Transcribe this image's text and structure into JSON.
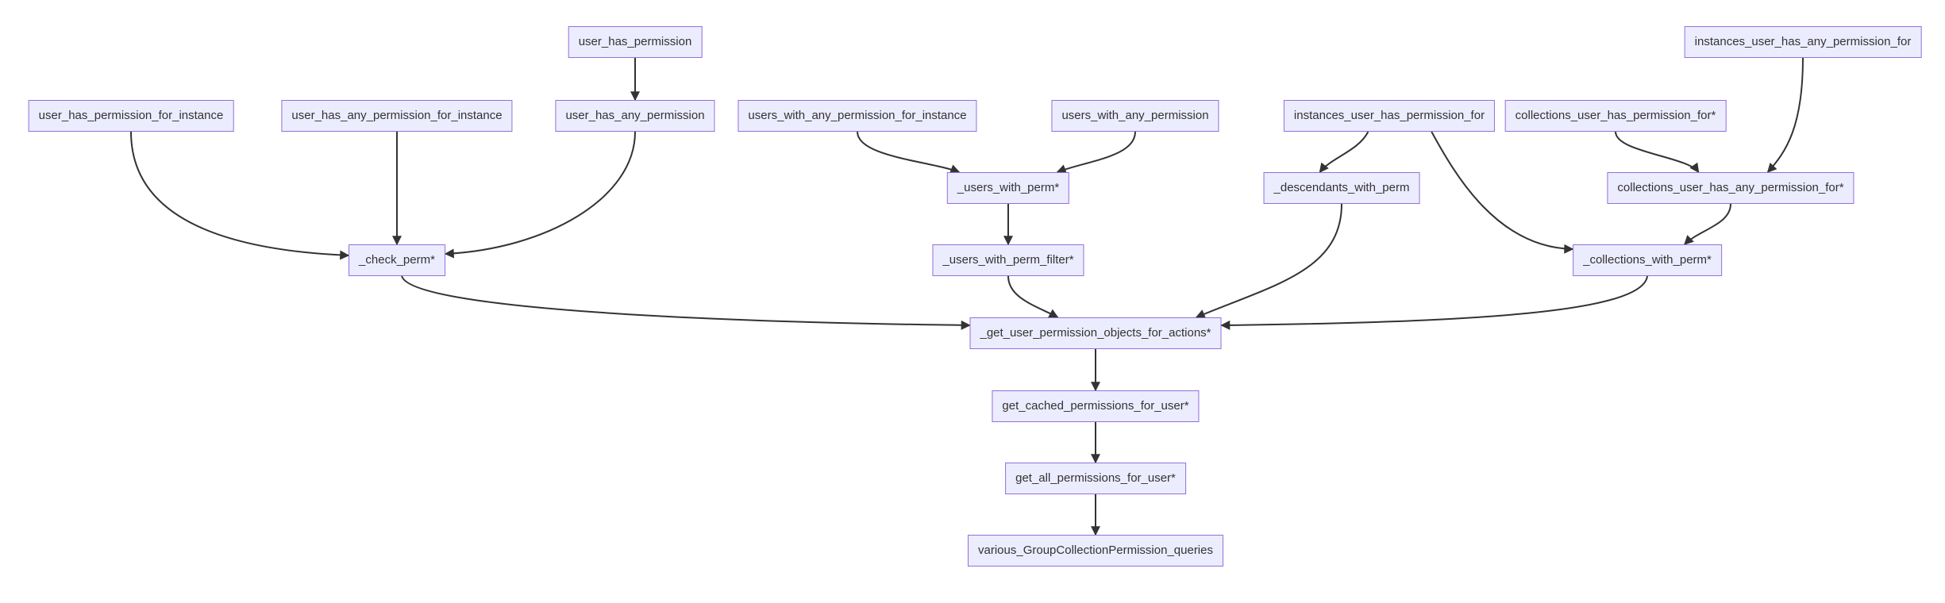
{
  "diagram": {
    "type": "flowchart-dependency-graph",
    "colors": {
      "background": "#ffffff",
      "node_fill": "#ECECFF",
      "node_border": "#9370DB",
      "node_text": "#333333",
      "edge": "#333333"
    },
    "nodes": [
      {
        "id": "user_has_permission",
        "label": "user_has_permission"
      },
      {
        "id": "instances_user_has_any_permission_for",
        "label": "instances_user_has_any_permission_for"
      },
      {
        "id": "user_has_permission_for_instance",
        "label": "user_has_permission_for_instance"
      },
      {
        "id": "user_has_any_permission_for_instance",
        "label": "user_has_any_permission_for_instance"
      },
      {
        "id": "user_has_any_permission",
        "label": "user_has_any_permission"
      },
      {
        "id": "users_with_any_permission_for_instance",
        "label": "users_with_any_permission_for_instance"
      },
      {
        "id": "users_with_any_permission",
        "label": "users_with_any_permission"
      },
      {
        "id": "instances_user_has_permission_for",
        "label": "instances_user_has_permission_for"
      },
      {
        "id": "collections_user_has_permission_for",
        "label": "collections_user_has_permission_for*"
      },
      {
        "id": "users_with_perm",
        "label": "_users_with_perm*"
      },
      {
        "id": "descendants_with_perm",
        "label": "_descendants_with_perm"
      },
      {
        "id": "collections_user_has_any_permission_for",
        "label": "collections_user_has_any_permission_for*"
      },
      {
        "id": "check_perm",
        "label": "_check_perm*"
      },
      {
        "id": "users_with_perm_filter",
        "label": "_users_with_perm_filter*"
      },
      {
        "id": "collections_with_perm",
        "label": "_collections_with_perm*"
      },
      {
        "id": "get_user_permission_objects_for_actions",
        "label": "_get_user_permission_objects_for_actions*"
      },
      {
        "id": "get_cached_permissions_for_user",
        "label": "get_cached_permissions_for_user*"
      },
      {
        "id": "get_all_permissions_for_user",
        "label": "get_all_permissions_for_user*"
      },
      {
        "id": "various_GroupCollectionPermission_queries",
        "label": "various_GroupCollectionPermission_queries"
      }
    ],
    "edges": [
      {
        "from": "user_has_permission",
        "to": "user_has_any_permission"
      },
      {
        "from": "user_has_permission_for_instance",
        "to": "check_perm"
      },
      {
        "from": "user_has_any_permission_for_instance",
        "to": "check_perm"
      },
      {
        "from": "user_has_any_permission",
        "to": "check_perm"
      },
      {
        "from": "users_with_any_permission_for_instance",
        "to": "users_with_perm"
      },
      {
        "from": "users_with_any_permission",
        "to": "users_with_perm"
      },
      {
        "from": "users_with_perm",
        "to": "users_with_perm_filter"
      },
      {
        "from": "users_with_perm_filter",
        "to": "get_user_permission_objects_for_actions"
      },
      {
        "from": "instances_user_has_permission_for",
        "to": "descendants_with_perm"
      },
      {
        "from": "instances_user_has_permission_for",
        "to": "collections_with_perm"
      },
      {
        "from": "collections_user_has_permission_for",
        "to": "collections_user_has_any_permission_for"
      },
      {
        "from": "instances_user_has_any_permission_for",
        "to": "collections_user_has_any_permission_for"
      },
      {
        "from": "collections_user_has_any_permission_for",
        "to": "collections_with_perm"
      },
      {
        "from": "descendants_with_perm",
        "to": "get_user_permission_objects_for_actions"
      },
      {
        "from": "check_perm",
        "to": "get_user_permission_objects_for_actions"
      },
      {
        "from": "collections_with_perm",
        "to": "get_user_permission_objects_for_actions"
      },
      {
        "from": "get_user_permission_objects_for_actions",
        "to": "get_cached_permissions_for_user"
      },
      {
        "from": "get_cached_permissions_for_user",
        "to": "get_all_permissions_for_user"
      },
      {
        "from": "get_all_permissions_for_user",
        "to": "various_GroupCollectionPermission_queries"
      }
    ]
  }
}
